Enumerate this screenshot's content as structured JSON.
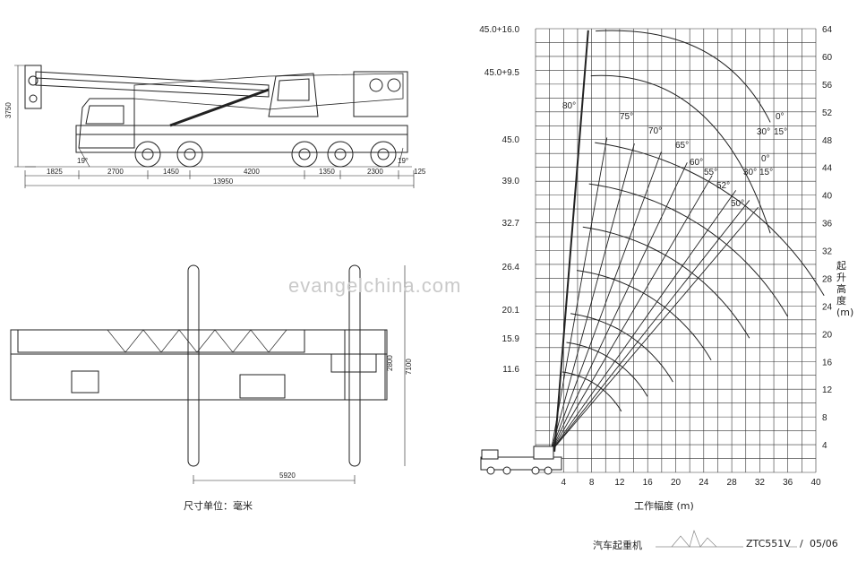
{
  "side_view": {
    "height_dim": "3750",
    "bottom_dims": [
      "1825",
      "2700",
      "1450",
      "4200",
      "1350",
      "2300",
      "125"
    ],
    "total_length": "13950",
    "angle_front": "19°",
    "angle_rear": "19°"
  },
  "top_view": {
    "outrigger_span": "7100",
    "width": "2800",
    "outrigger_base": "5920"
  },
  "watermark": "evangelchina.com",
  "units_note": "尺寸单位：毫米",
  "chart": {
    "x_axis_title": "工作幅度 (m)",
    "y_axis_title": "起升高度(m)",
    "x_ticks": [
      "4",
      "8",
      "12",
      "16",
      "20",
      "24",
      "28",
      "32",
      "36",
      "40"
    ],
    "y_ticks": [
      "4",
      "8",
      "12",
      "16",
      "20",
      "24",
      "28",
      "32",
      "36",
      "40",
      "44",
      "48",
      "52",
      "56",
      "60",
      "64"
    ],
    "boom_lengths": [
      "45.0+16.0",
      "45.0+9.5",
      "45.0",
      "39.0",
      "32.7",
      "26.4",
      "20.1",
      "15.9",
      "11.6"
    ],
    "angles_left": [
      "80°"
    ],
    "angles_upper": [
      "75°",
      "70°",
      "65°",
      "60°",
      "55°",
      "52°",
      "50°"
    ],
    "jib_offsets_top": [
      "0°",
      "15°",
      "30°"
    ],
    "jib_offsets_lower": [
      "0°",
      "15°",
      "30°"
    ]
  },
  "footer": {
    "label": "汽车起重机",
    "model": "ZTC551V",
    "page": "05/06"
  }
}
